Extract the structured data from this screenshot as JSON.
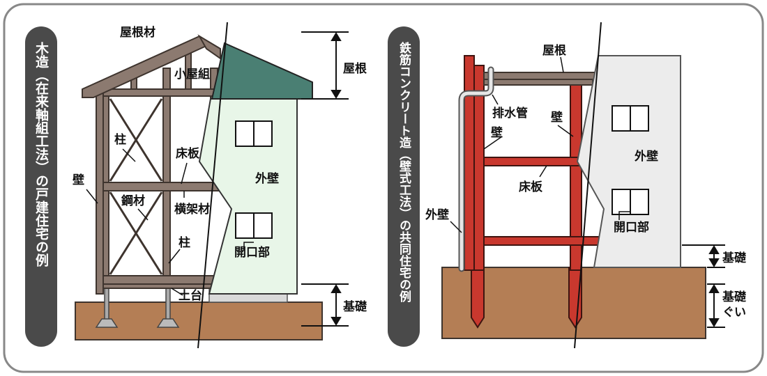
{
  "diagrams": [
    {
      "title": "木造（在来軸組工法）の戸建住宅の例",
      "labels": {
        "roof_material": "屋根材",
        "attic_frame": "小屋組",
        "roof": "屋根",
        "pillar_upper": "柱",
        "floorboard": "床板",
        "outer_wall": "外壁",
        "wall": "壁",
        "steel_member": "鋼材",
        "horizontal_member": "横架材",
        "pillar_lower": "柱",
        "opening": "開口部",
        "sill": "土台",
        "foundation": "基礎"
      }
    },
    {
      "title": "鉄筋コンクリート造（壁式工法）の共同住宅の例",
      "labels": {
        "roof": "屋根",
        "drain_pipe": "排水管",
        "wall_left": "壁",
        "wall_right": "壁",
        "outer_wall_right": "外壁",
        "floorboard": "床板",
        "outer_wall_left": "外壁",
        "opening": "開口部",
        "foundation": "基礎",
        "foundation_pile_1": "基礎",
        "foundation_pile_2": "ぐい"
      }
    }
  ],
  "colors": {
    "wood": "#8c7a70",
    "wood_dark": "#3e342e",
    "roof_green": "#4a7f73",
    "wall_mint": "#e8f6e8",
    "ground": "#b47e55",
    "rc_red": "#c9382e",
    "rc_wall": "#ececec",
    "title_band": "#4a4a4a"
  }
}
